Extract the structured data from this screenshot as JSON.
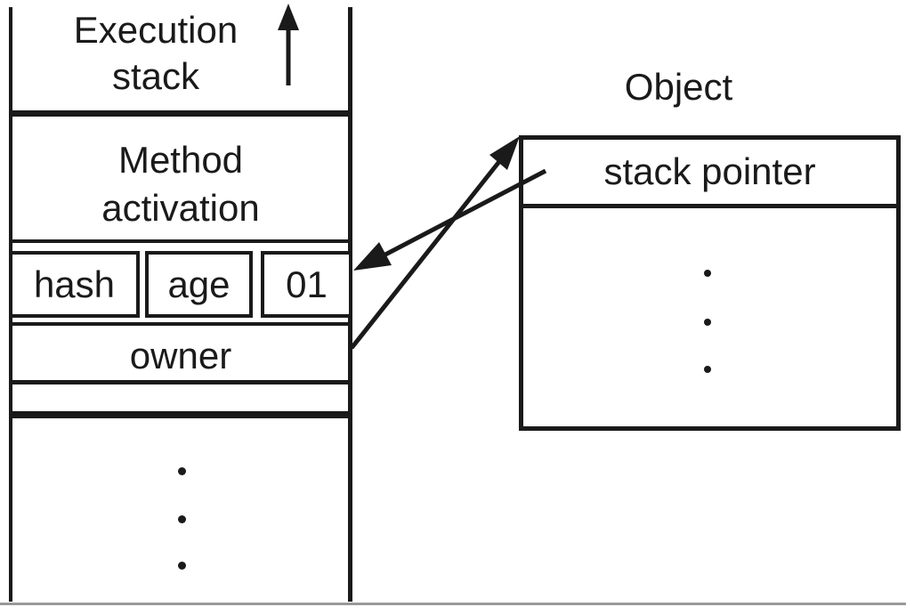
{
  "colors": {
    "ink": "#1a1a1a",
    "faint_rule": "#999999",
    "background": "#ffffff"
  },
  "stack": {
    "title": "Execution stack",
    "method_activation": "Method activation",
    "header_fields": [
      {
        "label": "hash"
      },
      {
        "label": "age"
      },
      {
        "label": "01"
      }
    ],
    "owner": "owner"
  },
  "object": {
    "title": "Object",
    "pointer_field": "stack pointer"
  }
}
